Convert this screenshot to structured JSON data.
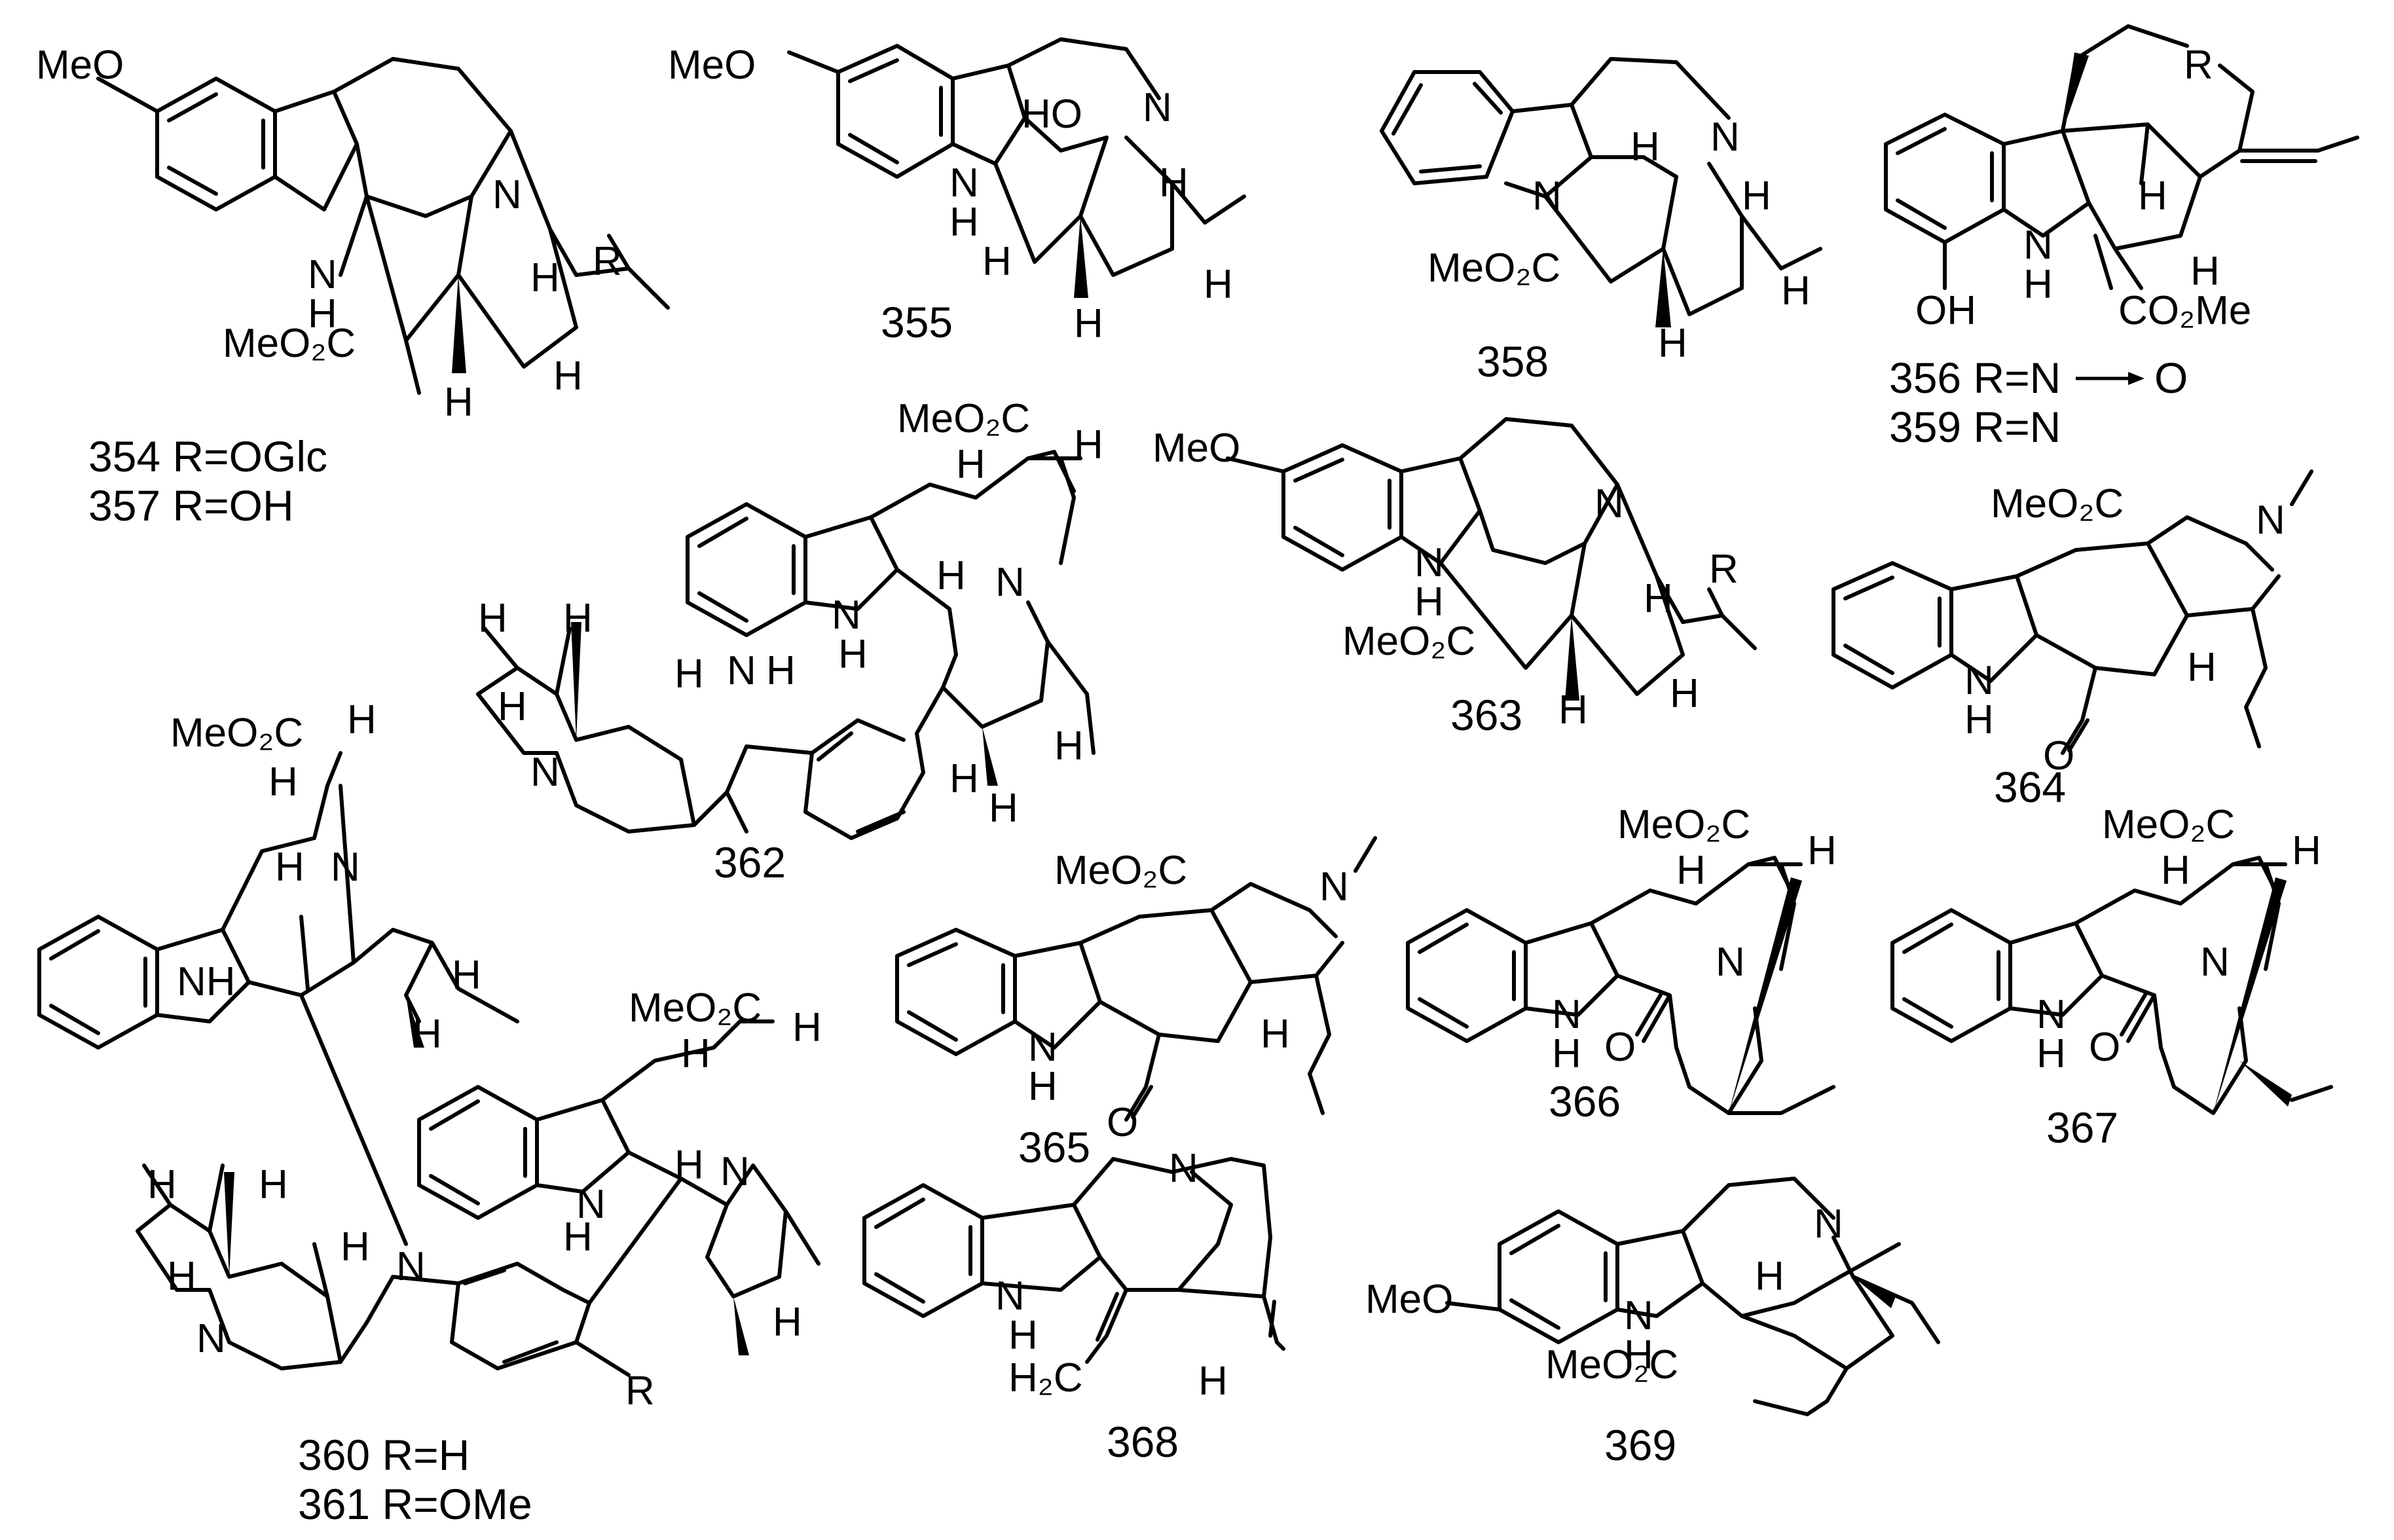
{
  "compounds": [
    {
      "id": "c354",
      "atoms": {
        "meo": "MeO",
        "n": "N",
        "nh_n": "N",
        "nh_h": "H",
        "r": "R",
        "h1": "H",
        "h2": "H",
        "h3": "H",
        "co2": "MeO₂C"
      },
      "captions": [
        "354 R=OGlc",
        "357 R=OH"
      ]
    },
    {
      "id": "c355",
      "atoms": {
        "meo": "MeO",
        "ho": "HO",
        "n": "N",
        "nh_n": "N",
        "nh_h": "H",
        "h1": "H",
        "h2": "H",
        "h3": "H",
        "h4": "H"
      },
      "captions": [
        "355"
      ]
    },
    {
      "id": "c358",
      "atoms": {
        "n": "N",
        "n2": "N",
        "h1": "H",
        "h2": "H",
        "h3": "H",
        "h4": "H",
        "co2": "MeO₂C"
      },
      "captions": [
        "358"
      ]
    },
    {
      "id": "c356",
      "atoms": {
        "r": "R",
        "h1": "H",
        "nh_n": "N",
        "nh_h": "H",
        "h2": "H",
        "oh": "OH",
        "co2": "CO₂Me"
      },
      "captions": [
        "356 R=N",
        "O",
        "359 R=N"
      ]
    },
    {
      "id": "c362",
      "atoms": {
        "co2": "MeO₂C",
        "h1": "H",
        "h2": "H",
        "h3": "H",
        "nh1_n": "N",
        "nh1_h": "H",
        "n1": "N",
        "h4": "H",
        "h5": "H",
        "h6": "H",
        "h7": "H",
        "h8": "H",
        "n2": "N",
        "nh2": "N",
        "nh2_h": "H",
        "h9": "H",
        "h10": "H"
      },
      "captions": [
        "362"
      ]
    },
    {
      "id": "c363",
      "atoms": {
        "meo": "MeO",
        "n": "N",
        "nh_n": "N",
        "nh_h": "H",
        "r": "R",
        "h1": "H",
        "h2": "H",
        "h3": "H",
        "co2": "MeO₂C"
      },
      "captions": [
        "363"
      ]
    },
    {
      "id": "c364",
      "atoms": {
        "co2": "MeO₂C",
        "n": "N",
        "nh_n": "N",
        "nh_h": "H",
        "h1": "H",
        "o": "O"
      },
      "captions": [
        "364"
      ]
    },
    {
      "id": "c360",
      "atoms": {
        "co2a": "MeO₂C",
        "ha1": "H",
        "ha2": "H",
        "na": "N",
        "ha3": "H",
        "nha": "NH",
        "ha4": "H",
        "ha5": "H",
        "co2b": "MeO₂C",
        "hb1": "H",
        "hb2": "H",
        "nb": "N",
        "nhb": "N",
        "nhb_h": "H",
        "hb3": "H",
        "hb4": "H",
        "hb5": "H",
        "hb6": "H",
        "hb7": "H",
        "nb2": "N",
        "hb8": "H",
        "nb3": "N",
        "r": "R"
      },
      "captions": [
        "360 R=H",
        "361  R=OMe"
      ]
    },
    {
      "id": "c365",
      "atoms": {
        "co2": "MeO₂C",
        "n": "N",
        "nh_n": "N",
        "nh_h": "H",
        "h1": "H",
        "o": "O"
      },
      "captions": [
        "365"
      ]
    },
    {
      "id": "c366",
      "atoms": {
        "co2": "MeO₂C",
        "h1": "H",
        "h2": "H",
        "n": "N",
        "nh_n": "N",
        "nh_h": "H",
        "o": "O"
      },
      "captions": [
        "366"
      ]
    },
    {
      "id": "c367",
      "atoms": {
        "co2": "MeO₂C",
        "h1": "H",
        "h2": "H",
        "n": "N",
        "nh_n": "N",
        "nh_h": "H",
        "o": "O"
      },
      "captions": [
        "367"
      ]
    },
    {
      "id": "c368",
      "atoms": {
        "n": "N",
        "nh_n": "N",
        "nh_h": "H",
        "h2c": "H₂C",
        "h1": "H"
      },
      "captions": [
        "368"
      ]
    },
    {
      "id": "c369",
      "atoms": {
        "meo": "MeO",
        "n": "N",
        "nh_n": "N",
        "nh_h": "H",
        "h1": "H",
        "co2": "MeO₂C"
      },
      "captions": [
        "369"
      ]
    }
  ]
}
